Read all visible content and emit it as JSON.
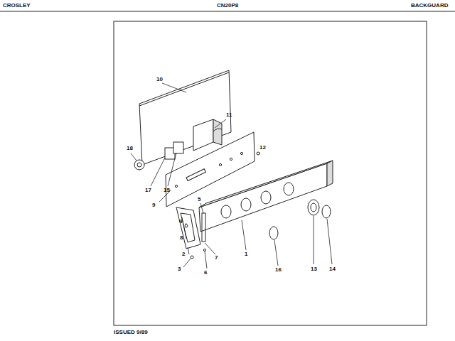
{
  "diagram": {
    "labels": [
      "CROSLEY",
      "CN20P8",
      "BACKGUARD",
      "10",
      "11",
      "12",
      "18",
      "17",
      "15",
      "9",
      "5",
      "4",
      "8",
      "2",
      "3",
      "6",
      "7",
      "1",
      "16",
      "13",
      "14",
      "ISSUED 9/89"
    ]
  }
}
